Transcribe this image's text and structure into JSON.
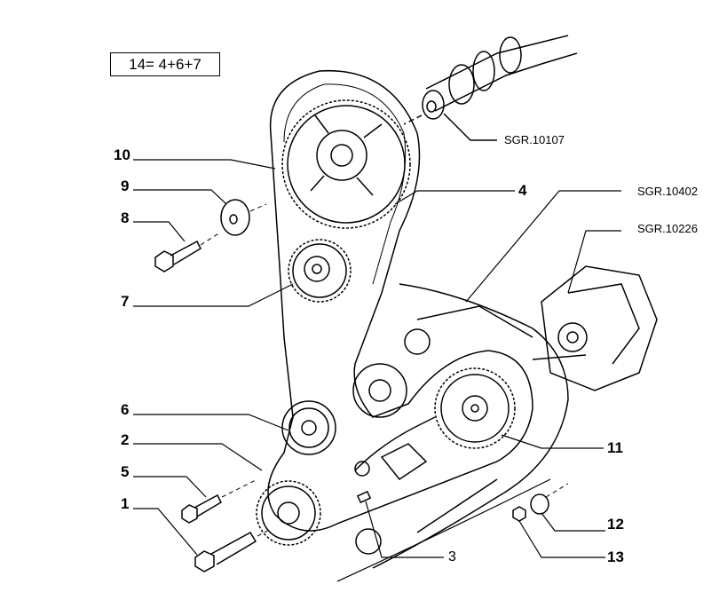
{
  "title_box": "14= 4+6+7",
  "callouts": {
    "c1": "1",
    "c2": "2",
    "c3": "3",
    "c4": "4",
    "c5": "5",
    "c6": "6",
    "c7": "7",
    "c8": "8",
    "c9": "9",
    "c10": "10",
    "c11": "11",
    "c12": "12",
    "c13": "13"
  },
  "tool_refs": {
    "camshaft": "SGR.10107",
    "bracket": "SGR.10402",
    "pump": "SGR.10226"
  }
}
